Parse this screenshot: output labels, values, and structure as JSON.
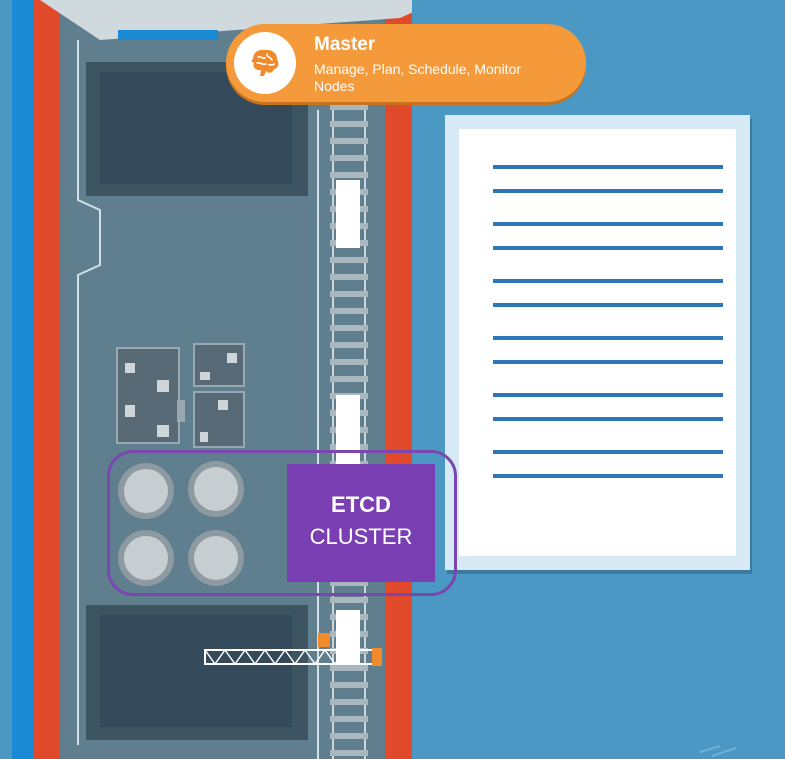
{
  "master": {
    "title": "Master",
    "description": "Manage, Plan, Schedule, Monitor Nodes",
    "icon": "brain-icon"
  },
  "etcd": {
    "title": "ETCD",
    "subtitle": "CLUSTER"
  },
  "colors": {
    "sea": "#4a98c3",
    "hull_red": "#e04a2a",
    "hull_blue": "#1a8ad4",
    "deck": "#5f7f8f",
    "master_orange": "#f49a3a",
    "etcd_purple": "#7a3fb2",
    "doc_line": "#2b77b8"
  },
  "document": {
    "line_count": 12
  }
}
